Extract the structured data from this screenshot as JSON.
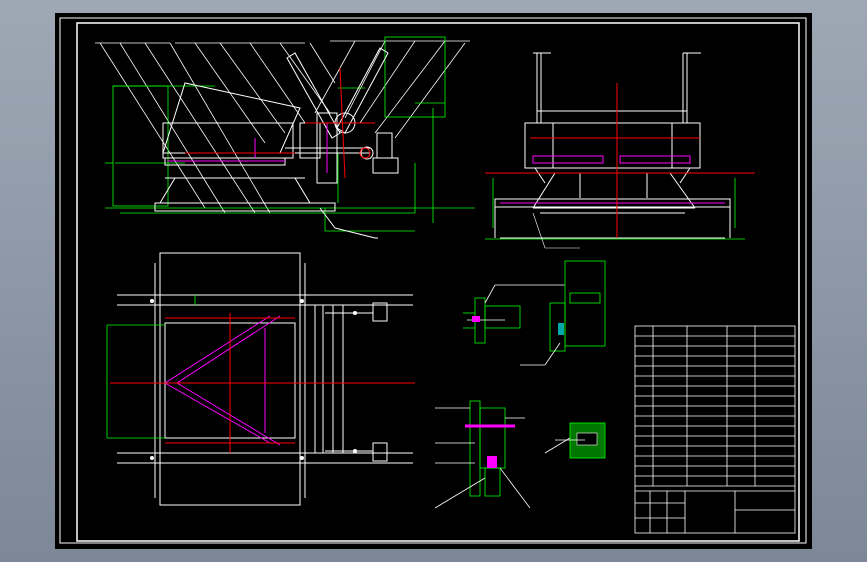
{
  "colors": {
    "viewport_bg": "#8c96a4",
    "sheet_bg": "#000000",
    "frame": "#ffffff",
    "dim_lines": "#00ff00",
    "center_lines": "#ff0000",
    "hidden": "#ff00ff",
    "outline": "#ffffff",
    "section_fill": "#00aa00"
  },
  "views": [
    {
      "id": "side-view"
    },
    {
      "id": "front-view"
    },
    {
      "id": "top-view"
    },
    {
      "id": "detail-a"
    },
    {
      "id": "detail-b"
    },
    {
      "id": "detail-c"
    },
    {
      "id": "detail-d"
    }
  ],
  "title_block": {
    "parts_list_rows": 16,
    "parts_list_columns": 5
  }
}
